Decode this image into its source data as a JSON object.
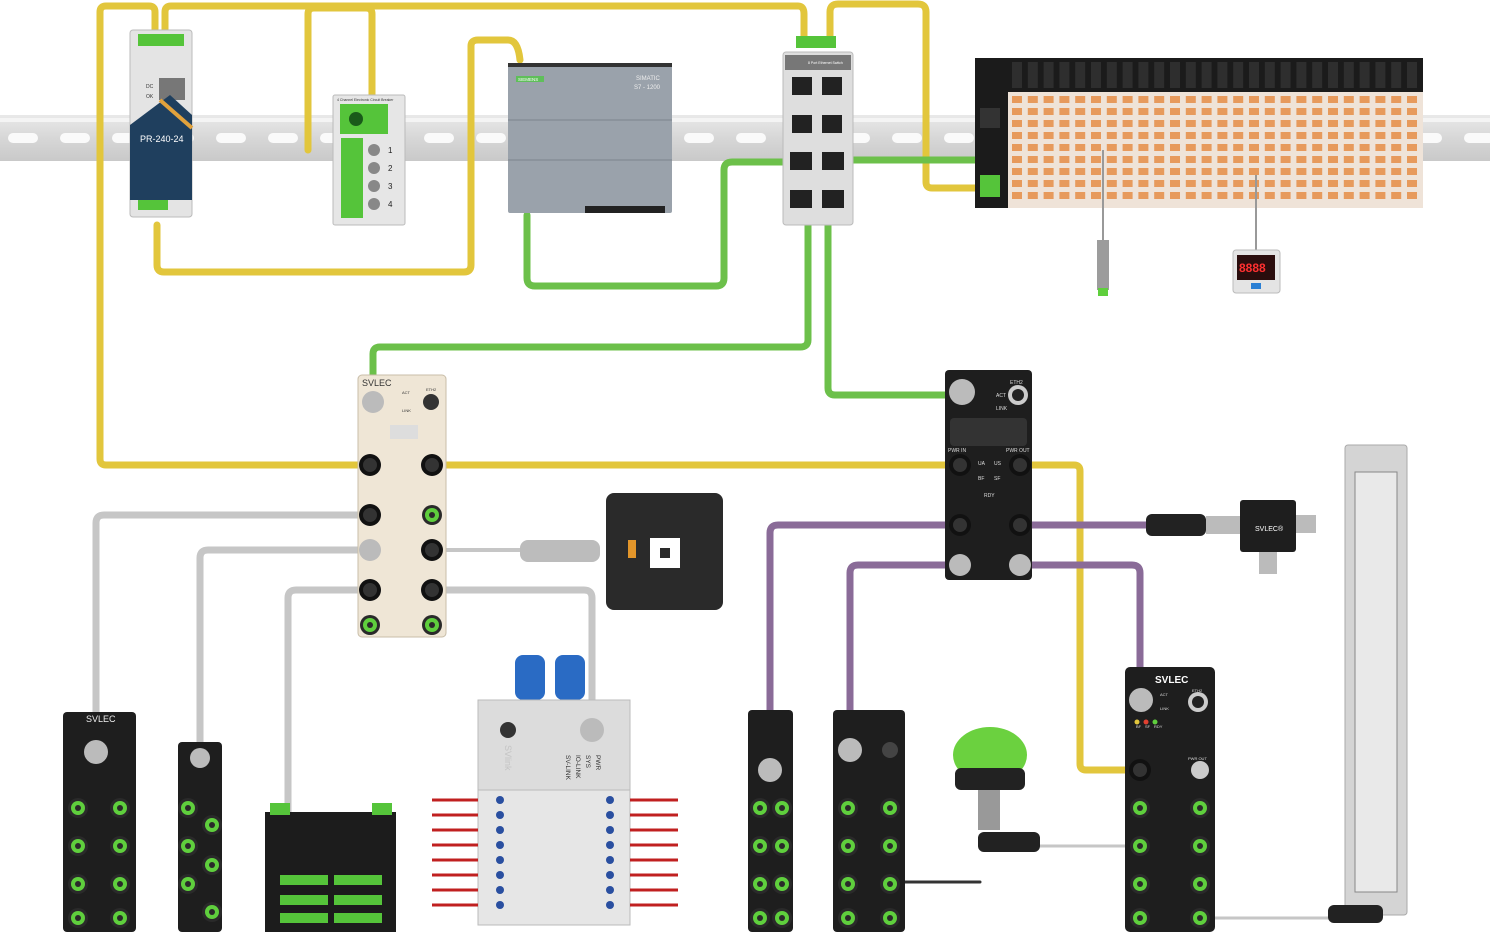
{
  "colors": {
    "power_cable": "#e2c63c",
    "ethernet_cable": "#6cc04a",
    "io_cable": "#c6c6c6",
    "iolink_cable": "#8a6b98",
    "module_black": "#1e1e1e",
    "module_beige": "#efe6d6",
    "rail": "#dcdcdc"
  },
  "power_supply": {
    "model": "PR-240-24",
    "dc": "DC",
    "ok": "OK"
  },
  "circuit_breaker": {
    "title": "4 Channel Electronic Circuit Breaker",
    "channels": [
      "1",
      "2",
      "3",
      "4"
    ]
  },
  "plc": {
    "brand": "SIEMENS",
    "series": "SIMATIC",
    "model": "S7 - 1200"
  },
  "switch": {
    "title": "8 Port Ethernet Switch"
  },
  "pressure_display": {
    "value": "8888"
  },
  "module_main": {
    "brand": "SVLEC",
    "eth": "ETH2",
    "act": "ACT",
    "link": "LINK"
  },
  "module_ethernet": {
    "eth": "ETH2",
    "act": "ACT",
    "link": "LINK",
    "pwr_in": "PWR IN",
    "pwr_out": "PWR OUT",
    "leds": [
      "UA",
      "US",
      "BF",
      "SF",
      "RDY"
    ]
  },
  "valve_terminal": {
    "brand": "SVlink",
    "leds": [
      "SV-LINK",
      "IO-LINK",
      "SYS",
      "PWR"
    ]
  },
  "module_iolink_master": {
    "brand": "SVLEC",
    "leds": [
      "ACT",
      "LINK",
      "BF",
      "SF",
      "RDY"
    ],
    "pwr_out": "PWR OUT",
    "eth": "ETH2"
  },
  "hub_left": {
    "brand": "SVLEC"
  },
  "tee_sensor": {
    "brand": "SVLEC®"
  }
}
